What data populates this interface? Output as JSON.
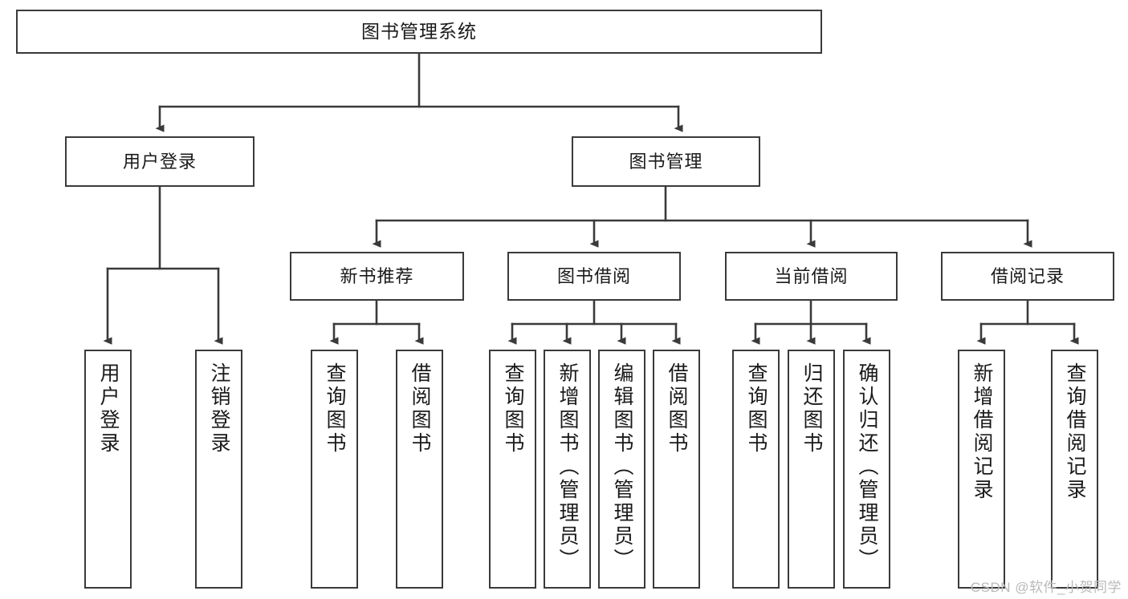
{
  "diagram": {
    "type": "tree-hierarchy-diagram",
    "title": "图书管理系统",
    "watermark": "CSDN @软件_小贺同学",
    "colors": {
      "box_border": "#3a3a3a",
      "box_fill": "#ffffff",
      "line": "#3a3a3a",
      "text": "#1a1a1a",
      "watermark": "#b9b9b9"
    },
    "levels": {
      "root": {
        "label": "图书管理系统"
      },
      "level2": [
        {
          "label": "用户登录"
        },
        {
          "label": "图书管理"
        }
      ],
      "level3": [
        {
          "label": "新书推荐"
        },
        {
          "label": "图书借阅"
        },
        {
          "label": "当前借阅"
        },
        {
          "label": "借阅记录"
        }
      ],
      "leaves": {
        "user_login": [
          {
            "label": "用户登录"
          },
          {
            "label": "注销登录"
          }
        ],
        "new_book_recommend": [
          {
            "label": "查询图书"
          },
          {
            "label": "借阅图书"
          }
        ],
        "book_borrow": [
          {
            "label": "查询图书"
          },
          {
            "label": "新增图书（管理员）"
          },
          {
            "label": "编辑图书（管理员）"
          },
          {
            "label": "借阅图书"
          }
        ],
        "current_borrow": [
          {
            "label": "查询图书"
          },
          {
            "label": "归还图书"
          },
          {
            "label": "确认归还（管理员）"
          }
        ],
        "borrow_record": [
          {
            "label": "新增借阅记录"
          },
          {
            "label": "查询借阅记录"
          }
        ]
      }
    }
  }
}
